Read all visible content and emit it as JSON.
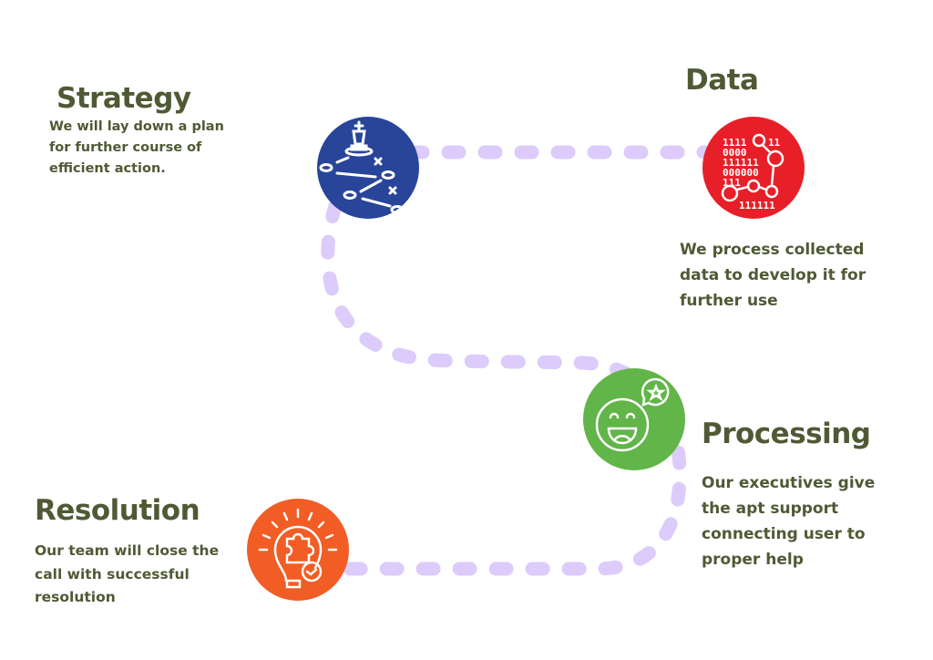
{
  "colors": {
    "path": "#dccbfb",
    "text": "#4f5a35",
    "strategy": "#28459a",
    "data": "#e71f28",
    "processing": "#62b549",
    "resolution": "#f15d24"
  },
  "steps": [
    {
      "title": "Strategy",
      "description": "We will lay down a plan for further course of efficient action.",
      "icon": "chess-strategy-icon"
    },
    {
      "title": "Data",
      "description": "We process collected data to develop it for further use",
      "icon": "binary-data-network-icon"
    },
    {
      "title": "Processing",
      "description": "Our executives give the apt support connecting user to proper help",
      "icon": "happy-face-star-icon"
    },
    {
      "title": "Resolution",
      "description": "Our team will close the call with successful resolution",
      "icon": "lightbulb-puzzle-check-icon"
    }
  ]
}
